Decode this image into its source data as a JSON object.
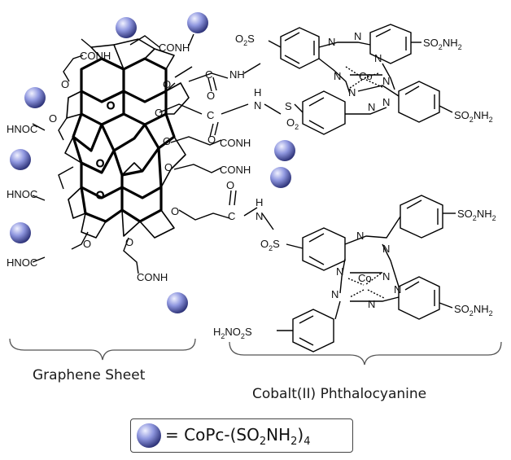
{
  "labels": {
    "graphene_caption": "Graphene Sheet",
    "cobalt_caption": "Cobalt(II) Phthalocyanine",
    "legend_eq": "= CoPc-(SO",
    "legend_sub1": "2",
    "legend_mid": "NH",
    "legend_sub2": "2",
    "legend_end": ")",
    "legend_sub3": "4"
  },
  "chem": {
    "conh": "CONH",
    "hnoc": "HNOC",
    "o": "O",
    "c": "C",
    "h": "H",
    "nh": "NH",
    "n": "N",
    "co": "Co",
    "s": "S",
    "o2s": "O",
    "so2nh2_a": "SO",
    "nh2_a": "NH",
    "h2no2s_a": "H",
    "sub2": "2"
  },
  "colors": {
    "ball_light": "#e4e6ff",
    "ball_mid": "#7f88d6",
    "ball_dark": "#2a2f78",
    "ink": "#111111"
  }
}
